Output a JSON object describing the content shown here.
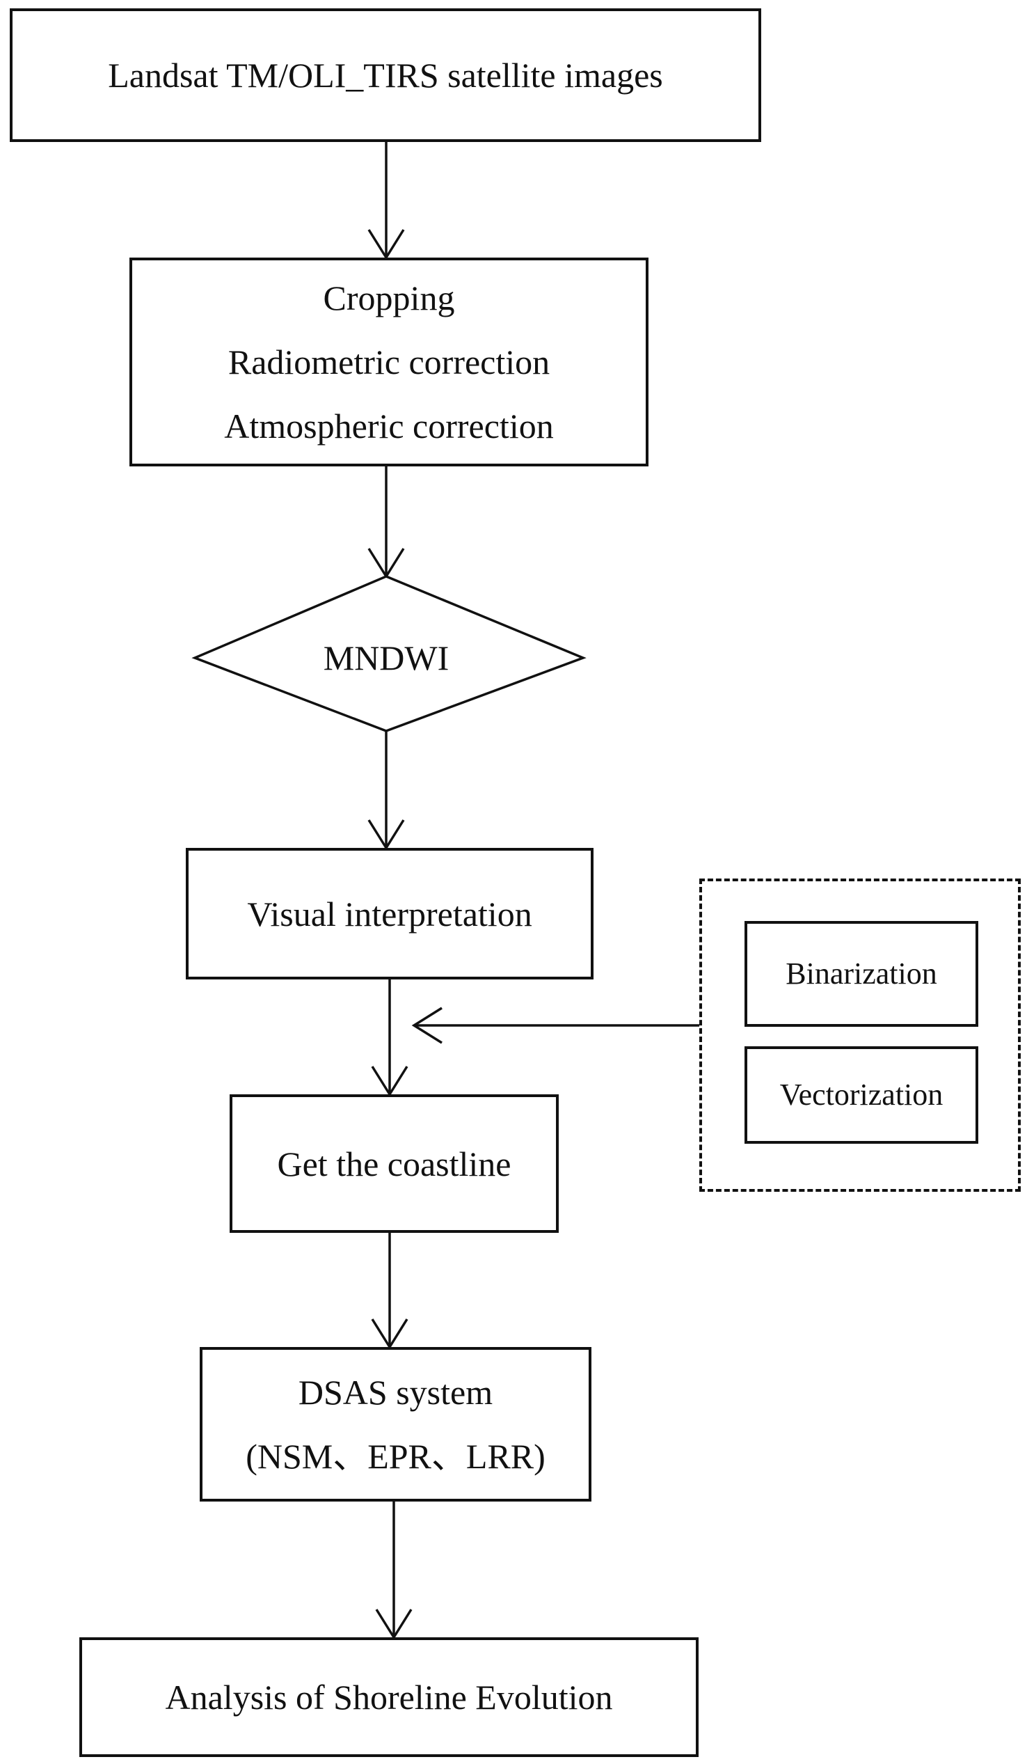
{
  "flowchart": {
    "input": {
      "label": "Landsat TM/OLI_TIRS satellite images"
    },
    "preprocessing": {
      "lines": [
        "Cropping",
        "Radiometric correction",
        "Atmospheric correction"
      ]
    },
    "index": {
      "label": "MNDWI"
    },
    "interpretation": {
      "label": "Visual interpretation"
    },
    "side_steps": [
      "Binarization",
      "Vectorization"
    ],
    "extraction": {
      "label": "Get the coastline"
    },
    "dsas": {
      "lines": [
        "DSAS system",
        "(NSM、EPR、LRR)"
      ]
    },
    "output": {
      "label": "Analysis of Shoreline Evolution"
    }
  },
  "colors": {
    "stroke": "#111111",
    "background": "#ffffff"
  }
}
